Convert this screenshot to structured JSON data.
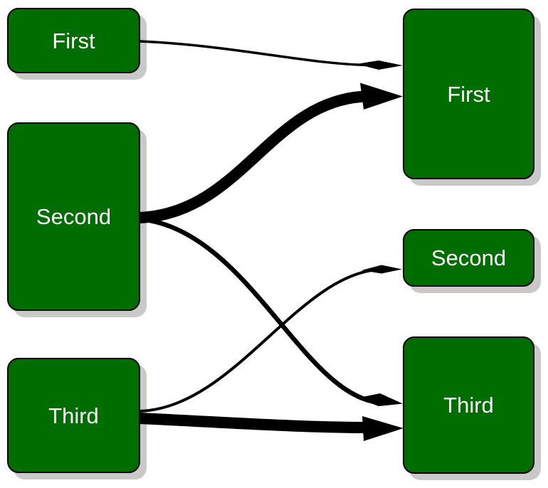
{
  "diagram": {
    "description": "Flow diagram with two columns of green rounded nodes connected by black curved arrows of varying thickness",
    "left_column": {
      "nodes": [
        {
          "id": "left-first",
          "label": "First"
        },
        {
          "id": "left-second",
          "label": "Second"
        },
        {
          "id": "left-third",
          "label": "Third"
        }
      ]
    },
    "right_column": {
      "nodes": [
        {
          "id": "right-first",
          "label": "First"
        },
        {
          "id": "right-second",
          "label": "Second"
        },
        {
          "id": "right-third",
          "label": "Third"
        }
      ]
    },
    "edges": [
      {
        "from": "left-first",
        "to": "right-first",
        "thickness": "thin"
      },
      {
        "from": "left-second",
        "to": "right-first",
        "thickness": "thick"
      },
      {
        "from": "left-second",
        "to": "right-third",
        "thickness": "medium"
      },
      {
        "from": "left-third",
        "to": "right-second",
        "thickness": "thin"
      },
      {
        "from": "left-third",
        "to": "right-third",
        "thickness": "thick"
      }
    ],
    "colors": {
      "node_fill": "#006d00",
      "node_border": "#000000",
      "label_text": "#ffffff",
      "edge": "#000000",
      "shadow": "#c9c9c9",
      "background": "#ffffff"
    }
  }
}
